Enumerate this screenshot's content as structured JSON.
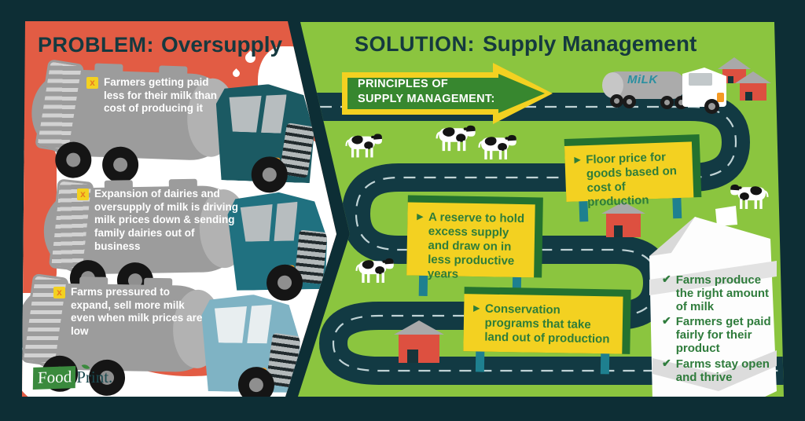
{
  "problem_panel": {
    "title_label": "PROBLEM:",
    "title_emphasis": "Oversupply",
    "x_mark": "x",
    "notes": [
      "Farmers getting paid less for their milk than cost of producing it",
      "Expansion of dairies and oversupply of milk is driving milk prices down & sending family dairies out of business",
      "Farms pressured to expand, sell more milk even when milk prices are low"
    ],
    "logo_food": "Food",
    "logo_print": "Print",
    "logo_period": "."
  },
  "solution_panel": {
    "title_label": "SOLUTION:",
    "title_emphasis": "Supply Management",
    "banner_line1": "PRINCIPLES OF",
    "banner_line2": "SUPPLY MANAGEMENT:",
    "bullet": "▶",
    "signs": [
      "Floor price for goods based on cost of production",
      "A reserve to hold excess supply and draw on in less productive years",
      "Conservation programs that take land out of production"
    ],
    "milk_truck_label": "MiLK",
    "check_mark": "✔",
    "carton_checks": [
      "Farms produce the right amount of milk",
      "Farmers get paid fairly for their product",
      "Farms stay open and thrive"
    ]
  },
  "colors": {
    "background_dark_teal": "#0d2e35",
    "problem_red": "#e25c44",
    "solution_green": "#8bc53f",
    "sign_yellow": "#f3d121",
    "sign_text_green": "#2e7d3a",
    "title_dark": "#15393f",
    "arrow_green": "#37872f",
    "road_dark": "#123a43",
    "truck_cab_teal": "#1b5a63",
    "truck_cab_teal_2": "#207180",
    "truck_cab_light_blue": "#7fb3c4",
    "post_teal": "#1e808f",
    "barn_red": "#dd5040",
    "x_orange": "#e87a1f",
    "logo_green": "#3a8a3d"
  }
}
